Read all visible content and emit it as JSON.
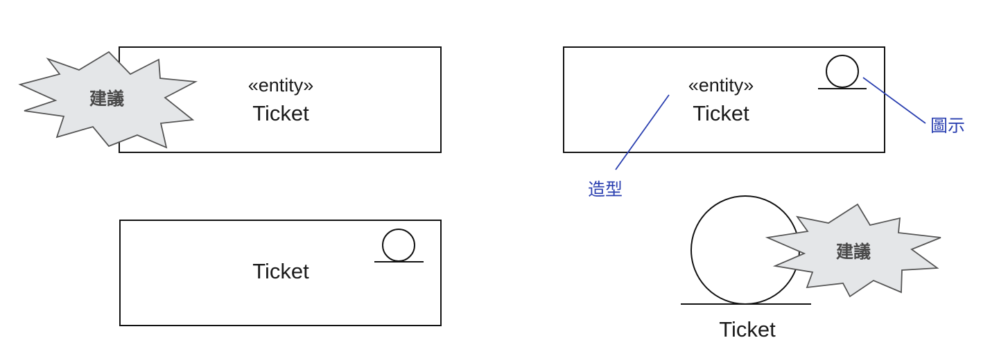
{
  "colors": {
    "callout": "#2a3fb0",
    "burst_fill": "#e4e6e8",
    "outline": "#111111"
  },
  "diagrams": {
    "top_left": {
      "stereotype": "«entity»",
      "name": "Ticket",
      "note": "建議"
    },
    "top_right": {
      "stereotype": "«entity»",
      "name": "Ticket",
      "stereotype_callout": "造型",
      "icon_callout": "圖示"
    },
    "bottom_left": {
      "name": "Ticket"
    },
    "bottom_right": {
      "name": "Ticket",
      "note": "建議"
    }
  }
}
